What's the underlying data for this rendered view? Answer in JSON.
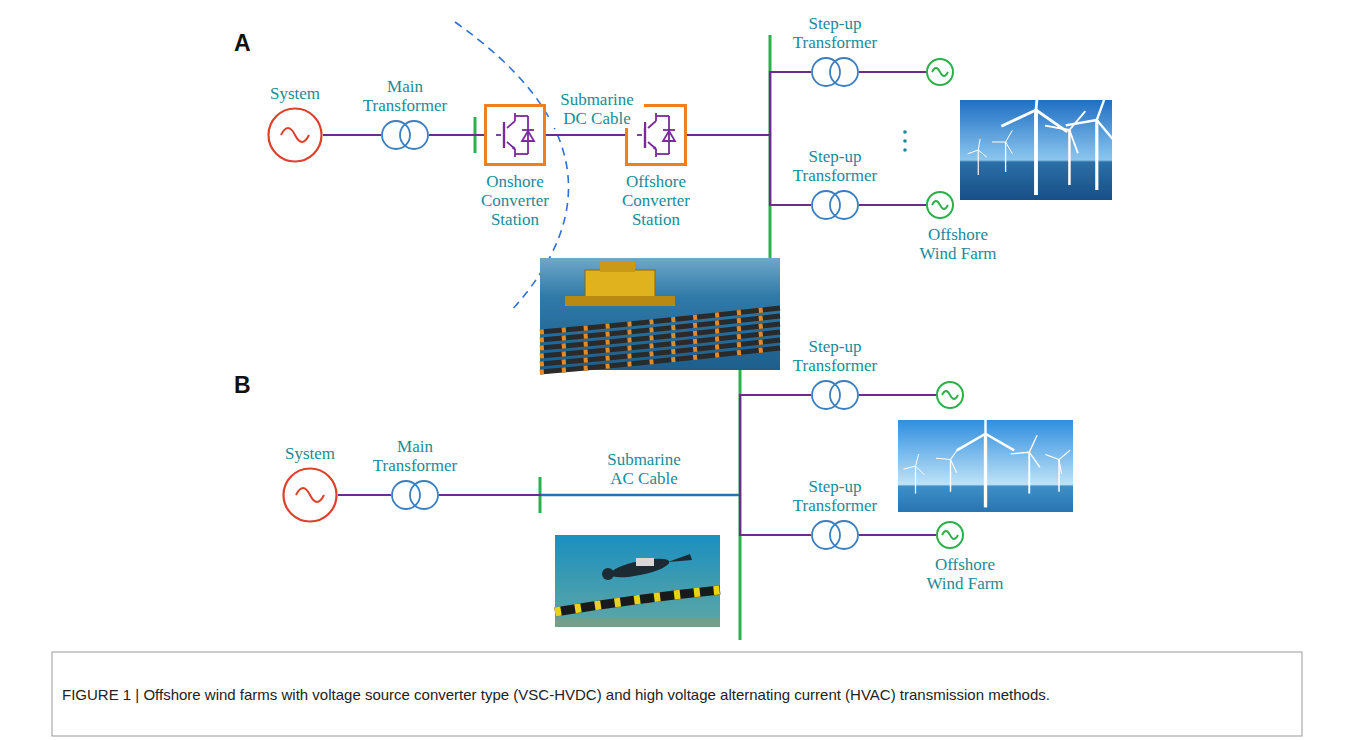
{
  "diagram": {
    "caption": "FIGURE 1 | Offshore wind farms with voltage source converter type (VSC-HVDC) and high voltage alternating current (HVAC) transmission methods.",
    "nodes": [
      {
        "text": [
          "System"
        ]
      },
      {
        "text": [
          "Main Transformer"
        ]
      },
      {
        "text": [
          "Onshore Converter Station"
        ]
      },
      {
        "text": [
          "Offshore Converter Station"
        ]
      },
      {
        "text": [
          "Step-up Transformer"
        ]
      },
      {
        "text": [
          "Step-up Transformer"
        ]
      },
      {
        "text": [
          "Offshore Wind Farm"
        ]
      },
      {
        "text": [
          "System"
        ]
      },
      {
        "text": [
          "Main Transformer"
        ]
      },
      {
        "text": [
          "Step-up Transformer"
        ]
      },
      {
        "text": [
          "Step-up Transformer"
        ]
      },
      {
        "text": [
          "Offshore Wind Farm"
        ]
      }
    ],
    "edges": [
      {
        "from": 0,
        "to": 1,
        "arrow": "none"
      },
      {
        "from": 1,
        "to": 2,
        "arrow": "none"
      },
      {
        "from": 2,
        "to": 3,
        "label": "Submarine DC Cable",
        "arrow": "none"
      },
      {
        "from": 3,
        "to": 4,
        "arrow": "none"
      },
      {
        "from": 3,
        "to": 5,
        "arrow": "none"
      },
      {
        "from": 5,
        "to": 6,
        "arrow": "none"
      },
      {
        "from": 7,
        "to": 8,
        "arrow": "none"
      },
      {
        "from": 8,
        "to": 9,
        "label": "Submarine AC Cable",
        "arrow": "none"
      },
      {
        "from": 8,
        "to": 10,
        "arrow": "none"
      },
      {
        "from": 10,
        "to": 11,
        "arrow": "none"
      }
    ],
    "labels": [
      "A",
      "B"
    ]
  }
}
